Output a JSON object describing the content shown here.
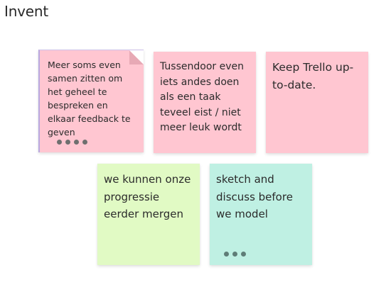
{
  "frame": {
    "title": "Invent"
  },
  "notes": [
    {
      "text": "Meer soms even samen zitten om het geheel te bespreken en elkaar feedback te geven",
      "color": "#ffc6d1",
      "selected": true,
      "has_comments": true
    },
    {
      "text": "Tussendoor even iets andes doen als een taak teveel eist / niet meer leuk wordt",
      "color": "#ffc6d1",
      "selected": false,
      "has_comments": false
    },
    {
      "text": "Keep Trello up-to-date.",
      "color": "#ffc6d1",
      "selected": false,
      "has_comments": false
    },
    {
      "text": "we kunnen onze progressie eerder mergen",
      "color": "#e1fac4",
      "selected": false,
      "has_comments": false
    },
    {
      "text": "sketch and discuss before we model",
      "color": "#bff0e3",
      "selected": false,
      "has_comments": true
    }
  ],
  "icons": {
    "comment_indicator": "more-dots-icon",
    "note_fold": "page-fold-icon"
  }
}
